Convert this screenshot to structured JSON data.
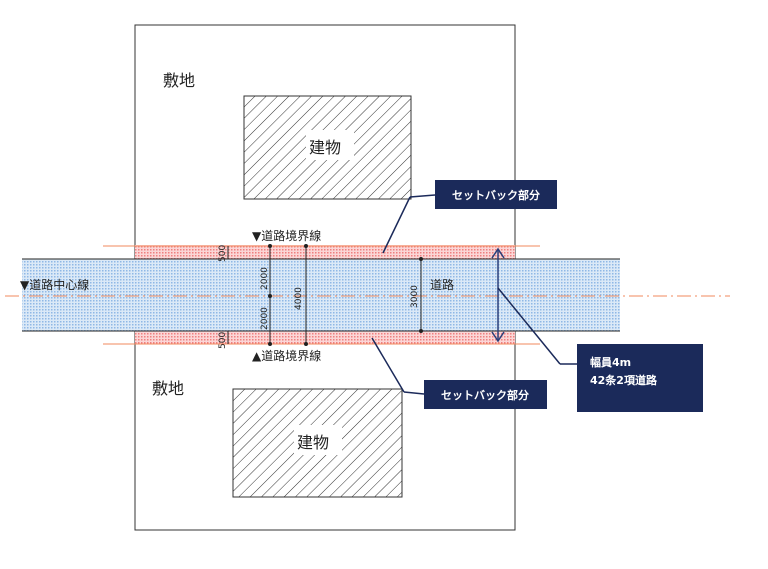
{
  "labels": {
    "site_top": "敷地",
    "site_bottom": "敷地",
    "building_top": "建物",
    "building_bottom": "建物",
    "boundary_top": "▼道路境界線",
    "boundary_bottom": "▲道路境界線",
    "center_line": "▼道路中心線",
    "road": "道路"
  },
  "dimensions": {
    "setback_top": "500",
    "half_top": "2000",
    "half_bottom": "2000",
    "setback_bottom": "500",
    "full_width": "4000",
    "existing_width": "3000"
  },
  "callouts": {
    "setback_top": "セットバック部分",
    "setback_bottom": "セットバック部分",
    "road_line1": "幅員4m",
    "road_line2": "42条2項道路"
  },
  "colors": {
    "callout_bg": "#1b2a5a",
    "setback": "#f6a9a9",
    "road": "#b9d4ef",
    "center_line": "#f08a5d"
  }
}
